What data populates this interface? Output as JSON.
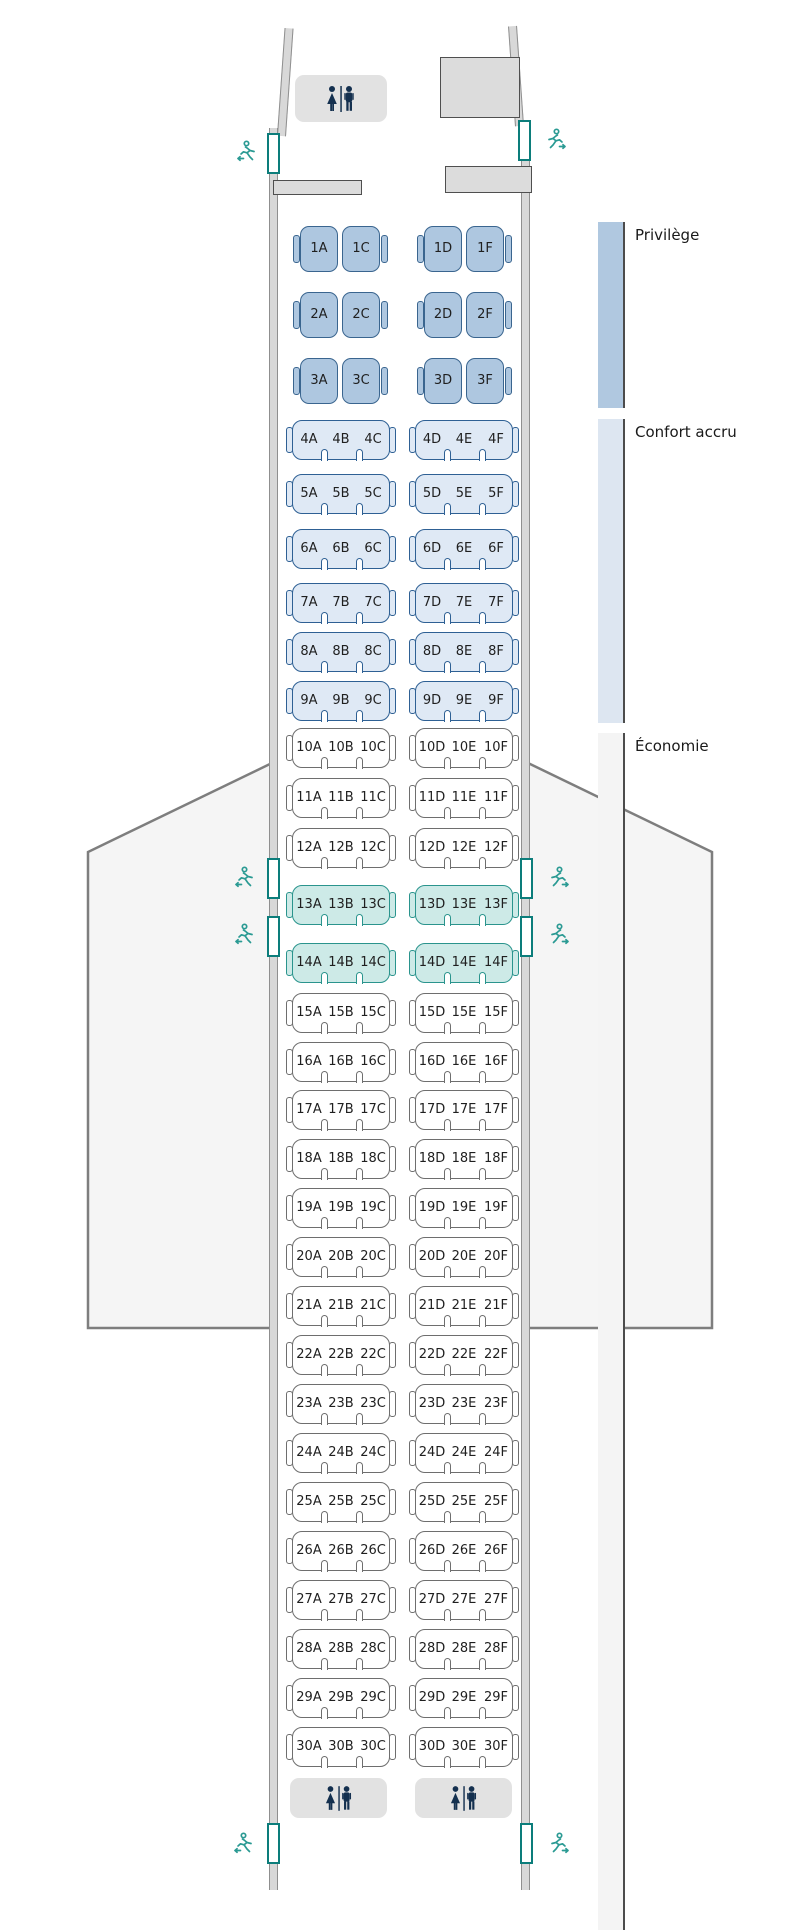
{
  "legend": {
    "items": [
      {
        "label": "Privilège",
        "color": "#b0c8e0"
      },
      {
        "label": "Confort accru",
        "color": "#dde6f1"
      },
      {
        "label": "Économie",
        "color": "#f4f4f4"
      }
    ]
  },
  "colors": {
    "privilege_seat": "#aec7e0",
    "privilege_border": "#3a658f",
    "confort_seat": "#dfe9f5",
    "confort_border": "#2e6094",
    "economy_seat": "#ffffff",
    "economy_border": "#6e6e6e",
    "exit_row_seat": "#cdeae7",
    "exit_row_border": "#2a948d",
    "exit_door_accent": "#0c7d7b",
    "exit_icon": "#2a9a93",
    "lavatory_icon": "#14304f"
  },
  "icons": {
    "lavatory": "restroom-icon",
    "exit": "emergency-exit-icon"
  },
  "seatmap": {
    "rows": [
      {
        "row": "1",
        "class": "privilege",
        "seats": [
          "1A",
          "1C",
          "1D",
          "1F"
        ]
      },
      {
        "row": "2",
        "class": "privilege",
        "seats": [
          "2A",
          "2C",
          "2D",
          "2F"
        ]
      },
      {
        "row": "3",
        "class": "privilege",
        "seats": [
          "3A",
          "3C",
          "3D",
          "3F"
        ]
      },
      {
        "row": "4",
        "class": "confort",
        "seats": [
          "4A",
          "4B",
          "4C",
          "4D",
          "4E",
          "4F"
        ]
      },
      {
        "row": "5",
        "class": "confort",
        "seats": [
          "5A",
          "5B",
          "5C",
          "5D",
          "5E",
          "5F"
        ]
      },
      {
        "row": "6",
        "class": "confort",
        "seats": [
          "6A",
          "6B",
          "6C",
          "6D",
          "6E",
          "6F"
        ]
      },
      {
        "row": "7",
        "class": "confort",
        "seats": [
          "7A",
          "7B",
          "7C",
          "7D",
          "7E",
          "7F"
        ]
      },
      {
        "row": "8",
        "class": "confort",
        "seats": [
          "8A",
          "8B",
          "8C",
          "8D",
          "8E",
          "8F"
        ]
      },
      {
        "row": "9",
        "class": "confort",
        "seats": [
          "9A",
          "9B",
          "9C",
          "9D",
          "9E",
          "9F"
        ]
      },
      {
        "row": "10",
        "class": "economy",
        "seats": [
          "10A",
          "10B",
          "10C",
          "10D",
          "10E",
          "10F"
        ]
      },
      {
        "row": "11",
        "class": "economy",
        "seats": [
          "11A",
          "11B",
          "11C",
          "11D",
          "11E",
          "11F"
        ]
      },
      {
        "row": "12",
        "class": "economy",
        "seats": [
          "12A",
          "12B",
          "12C",
          "12D",
          "12E",
          "12F"
        ]
      },
      {
        "row": "13",
        "class": "exit",
        "seats": [
          "13A",
          "13B",
          "13C",
          "13D",
          "13E",
          "13F"
        ]
      },
      {
        "row": "14",
        "class": "exit",
        "seats": [
          "14A",
          "14B",
          "14C",
          "14D",
          "14E",
          "14F"
        ]
      },
      {
        "row": "15",
        "class": "economy",
        "seats": [
          "15A",
          "15B",
          "15C",
          "15D",
          "15E",
          "15F"
        ]
      },
      {
        "row": "16",
        "class": "economy",
        "seats": [
          "16A",
          "16B",
          "16C",
          "16D",
          "16E",
          "16F"
        ]
      },
      {
        "row": "17",
        "class": "economy",
        "seats": [
          "17A",
          "17B",
          "17C",
          "17D",
          "17E",
          "17F"
        ]
      },
      {
        "row": "18",
        "class": "economy",
        "seats": [
          "18A",
          "18B",
          "18C",
          "18D",
          "18E",
          "18F"
        ]
      },
      {
        "row": "19",
        "class": "economy",
        "seats": [
          "19A",
          "19B",
          "19C",
          "19D",
          "19E",
          "19F"
        ]
      },
      {
        "row": "20",
        "class": "economy",
        "seats": [
          "20A",
          "20B",
          "20C",
          "20D",
          "20E",
          "20F"
        ]
      },
      {
        "row": "21",
        "class": "economy",
        "seats": [
          "21A",
          "21B",
          "21C",
          "21D",
          "21E",
          "21F"
        ]
      },
      {
        "row": "22",
        "class": "economy",
        "seats": [
          "22A",
          "22B",
          "22C",
          "22D",
          "22E",
          "22F"
        ]
      },
      {
        "row": "23",
        "class": "economy",
        "seats": [
          "23A",
          "23B",
          "23C",
          "23D",
          "23E",
          "23F"
        ]
      },
      {
        "row": "24",
        "class": "economy",
        "seats": [
          "24A",
          "24B",
          "24C",
          "24D",
          "24E",
          "24F"
        ]
      },
      {
        "row": "25",
        "class": "economy",
        "seats": [
          "25A",
          "25B",
          "25C",
          "25D",
          "25E",
          "25F"
        ]
      },
      {
        "row": "26",
        "class": "economy",
        "seats": [
          "26A",
          "26B",
          "26C",
          "26D",
          "26E",
          "26F"
        ]
      },
      {
        "row": "27",
        "class": "economy",
        "seats": [
          "27A",
          "27B",
          "27C",
          "27D",
          "27E",
          "27F"
        ]
      },
      {
        "row": "28",
        "class": "economy",
        "seats": [
          "28A",
          "28B",
          "28C",
          "28D",
          "28E",
          "28F"
        ]
      },
      {
        "row": "29",
        "class": "economy",
        "seats": [
          "29A",
          "29B",
          "29C",
          "29D",
          "29E",
          "29F"
        ]
      },
      {
        "row": "30",
        "class": "economy",
        "seats": [
          "30A",
          "30B",
          "30C",
          "30D",
          "30E",
          "30F"
        ]
      }
    ]
  }
}
